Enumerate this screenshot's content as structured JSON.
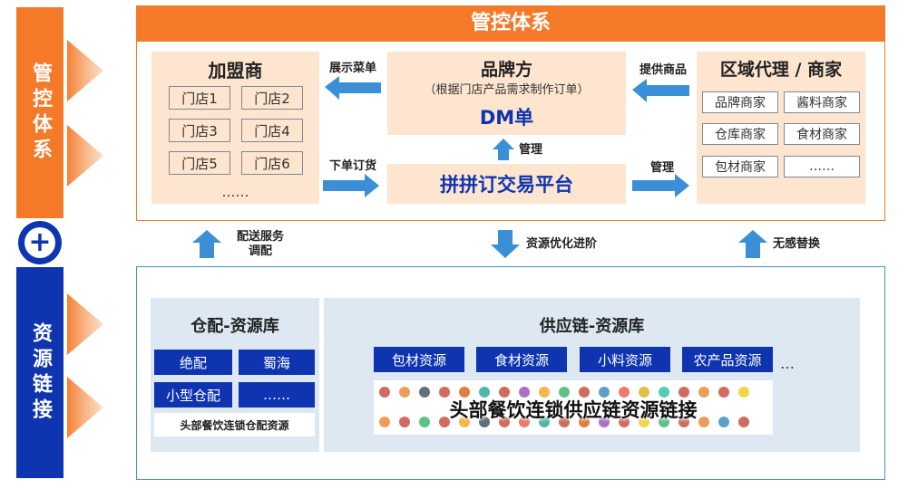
{
  "left_bars": {
    "top": "管控体系",
    "plus": "+",
    "bottom": "资源链接"
  },
  "top_section": {
    "title": "管控体系",
    "franchise": {
      "title": "加盟商",
      "stores": [
        "门店1",
        "门店2",
        "门店3",
        "门店4",
        "门店5",
        "门店6"
      ],
      "more": "……"
    },
    "brand": {
      "title": "品牌方",
      "subtitle": "（根据门店产品需求制作订单）",
      "dm": "DM单"
    },
    "platform": "拼拼订交易平台",
    "regional": {
      "title": "区域代理 / 商家",
      "items": [
        "品牌商家",
        "酱料商家",
        "仓库商家",
        "食材商家",
        "包材商家",
        "……"
      ]
    },
    "labels": {
      "show_menu": "展示菜单",
      "provide_goods": "提供商品",
      "manage_up": "管理",
      "place_order": "下单订货",
      "manage_right": "管理"
    }
  },
  "middle_labels": {
    "delivery": "配送服务调配",
    "optimize": "资源优化进阶",
    "seamless": "无感替换"
  },
  "bottom_section": {
    "warehouse": {
      "title": "仓配-资源库",
      "items": [
        "绝配",
        "蜀海",
        "小型仓配",
        "……"
      ],
      "caption": "头部餐饮连锁仓配资源"
    },
    "supply": {
      "title": "供应链-资源库",
      "items": [
        "包材资源",
        "食材资源",
        "小料资源",
        "农产品资源"
      ],
      "more": "…",
      "banner": "头部餐饮连锁供应链资源链接"
    }
  },
  "colors": {
    "orange": "#f47a2a",
    "blue": "#0f34b0",
    "arrow_blue": "#3a8fd6",
    "panel_peach": "#fde5cf",
    "light_blue_panel": "#dde8f3"
  }
}
